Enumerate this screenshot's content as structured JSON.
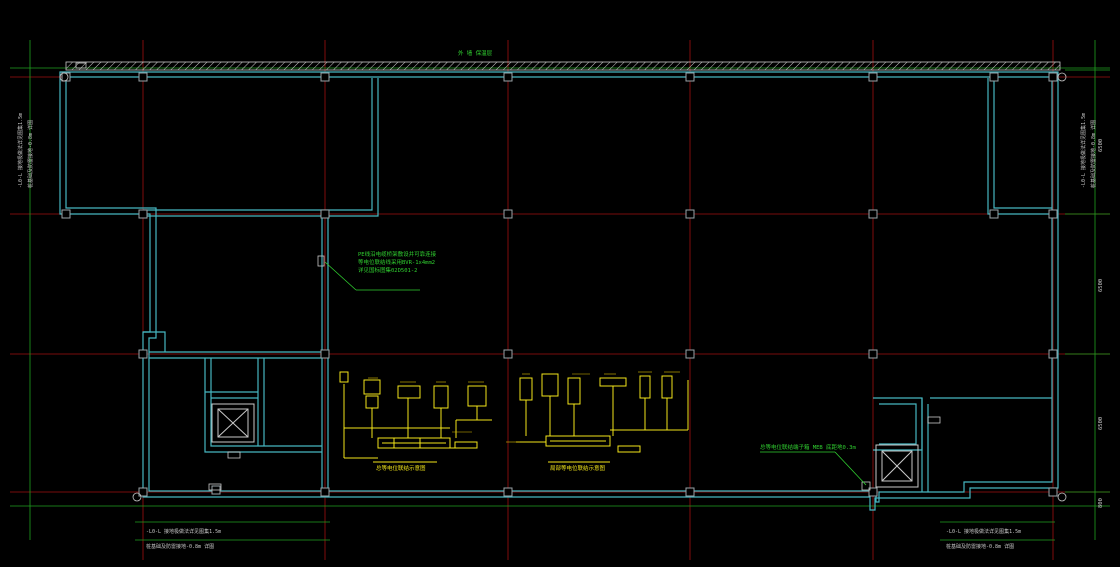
{
  "colors": {
    "background": "#000000",
    "grid_line": "#a01010",
    "dim_line": "#1fa01f",
    "wall": "#46b6c0",
    "column": "#9aa3a8",
    "parapet_hatch": "#c8c8c8",
    "annotation": "#30d030",
    "schematic": "#f2e51a",
    "schematic_text": "#e0c000"
  },
  "icons": [
    "elevator-shaft-icon",
    "grid-bubble-icon"
  ],
  "labels": {
    "top_dimension": "外 墙 保温层",
    "left_note_line1": "-L0-L 接地极做法详见图集1.5m",
    "left_note_line2": "桩基础及防雷接地-0.8m 详图",
    "right_note_line1": "-L0-L 接地极做法详见图集1.5m",
    "right_note_line2": "桩基础及防雷接地-0.8m 详图",
    "bottom_left_line1": "-L0-L 接地极做法详见图集1.5m",
    "bottom_left_line2": "桩基础及防雷接地-0.8m 详图",
    "bottom_right_line1": "-L0-L 接地极做法详见图集1.5m",
    "bottom_right_line2": "桩基础及防雷接地-0.8m 详图",
    "mid_note_line1": "PE线沿电缆桥架敷设并可靠连接",
    "mid_note_line2": "等电位联结线采用BVR-1x4mm2",
    "mid_note_line3": "详见国标图集02D501-2",
    "right_callout": "总等电位联结端子箱 MEB 底距地0.3m",
    "schematic_left_title": "总等电位联结示意图",
    "schematic_right_title": "局部等电位联结示意图",
    "dim_right_top": "6500",
    "dim_right_mid": "6500",
    "dim_right_bot": "6500",
    "dim_right_edge": "800"
  }
}
